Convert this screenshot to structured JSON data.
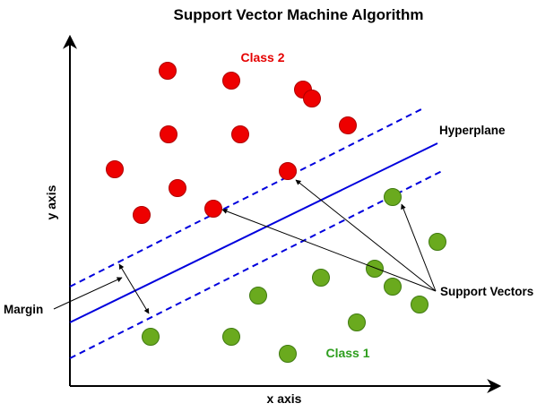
{
  "title": "Support Vector Machine Algorithm",
  "xlabel": "x axis",
  "ylabel": "y axis",
  "class2_label": "Class 2",
  "class1_label": "Class 1",
  "hyperplane_label": "Hyperplane",
  "support_vectors_label": "Support Vectors",
  "margin_label": "Margin",
  "colors": {
    "class2_fill": "#ee0000",
    "class1_fill": "#6aaa1e",
    "hyperplane": "#0000dd",
    "text_black": "#000000",
    "class2_text": "#e50000",
    "class1_text": "#2e9e1e"
  }
}
